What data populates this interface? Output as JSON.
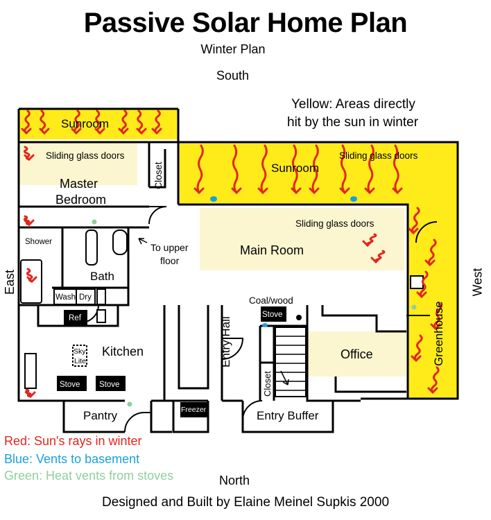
{
  "title": "Passive Solar Home Plan",
  "subtitle": "Winter Plan",
  "compass": {
    "south": "South",
    "north": "North",
    "east": "East",
    "west": "West"
  },
  "note": {
    "line1": "Yellow: Areas directly",
    "line2": "hit by the sun in winter"
  },
  "rooms": {
    "sunroom_left": "Sunroom",
    "sunroom_right": "Sunroom",
    "sliding_doors_master": "Sliding glass doors",
    "sliding_doors_sunroom": "Sliding glass doors",
    "sliding_doors_main": "Sliding glass doors",
    "closet_master": "Closet",
    "master_line1": "Master",
    "master_line2": "Bedroom",
    "shower": "Shower",
    "bath": "Bath",
    "wash": "Wash",
    "dry": "Dry",
    "to_upper_line1": "To upper",
    "to_upper_line2": "floor",
    "main_room": "Main Room",
    "greenhouse": "Greenhouse",
    "ref": "Ref",
    "sky_line1": "Sky",
    "sky_line2": "Lite",
    "kitchen": "Kitchen",
    "stove_left": "Stove",
    "stove_right": "Stove",
    "pantry": "Pantry",
    "freezer": "Freezer",
    "entry_hall": "Entry Hall",
    "coal_wood": "Coal/wood",
    "stove_center": "Stove",
    "closet_entry": "Closet",
    "office": "Office",
    "entry_buffer": "Entry Buffer"
  },
  "legend": {
    "red": "Red: Sun's rays in winter",
    "blue": "Blue: Vents to basement",
    "green": "Green: Heat vents from stoves"
  },
  "credit": "Designed and Built by Elaine Meinel Supkis 2000",
  "colors": {
    "sun_area": "#ffeb1a",
    "light_sun": "#fbf6cf",
    "rays": "#e3261c",
    "vent_blue": "#1aa0de",
    "vent_green": "#8fcf9e",
    "wall": "#000000"
  }
}
